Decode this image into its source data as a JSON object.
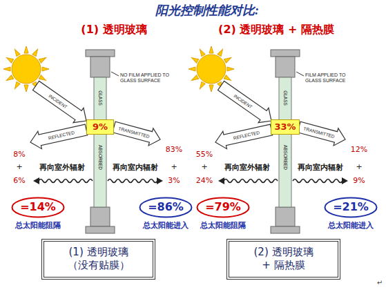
{
  "diagram": {
    "title": "阳光控制性能对比:",
    "nodes": [
      {
        "text": [
          "9%"
        ]
      },
      {
        "text": [
          "=14%"
        ]
      },
      {
        "text": [
          "=86%"
        ]
      },
      {
        "text": [
          "(1) 透明玻璃 （没有贴膜）"
        ]
      },
      {
        "text": [
          "33%"
        ]
      },
      {
        "text": [
          "=79%"
        ]
      },
      {
        "text": [
          "=21%"
        ]
      },
      {
        "text": [
          "(2) 透明玻璃 + 隔热膜"
        ]
      }
    ],
    "labels": [
      "(1) 透明玻璃",
      "(2) 透明玻璃 + 隔热膜",
      "NO FILM APPLIED TO GLASS SURFACE",
      "INCIDENT",
      "REFLECTED",
      "TRANSMITTED",
      "GLASS",
      "ABSORBED",
      "8%",
      "83%",
      "+",
      "+",
      "再向室外辐射",
      "再向室内辐射",
      "6%",
      "3%",
      "总太阳能阻隔",
      "总太阳能进入",
      "FILM APPLIED TO GLASS SURFACE",
      "INCIDENT",
      "REFLECTED",
      "TRANSMITTED",
      "GLASS",
      "ABSORBED",
      "55%",
      "12%",
      "+",
      "+",
      "再向室外辐射",
      "再向室内辐射",
      "24%",
      "9%",
      "总太阳能阻隔",
      "总太阳能进入",
      "↵"
    ]
  }
}
